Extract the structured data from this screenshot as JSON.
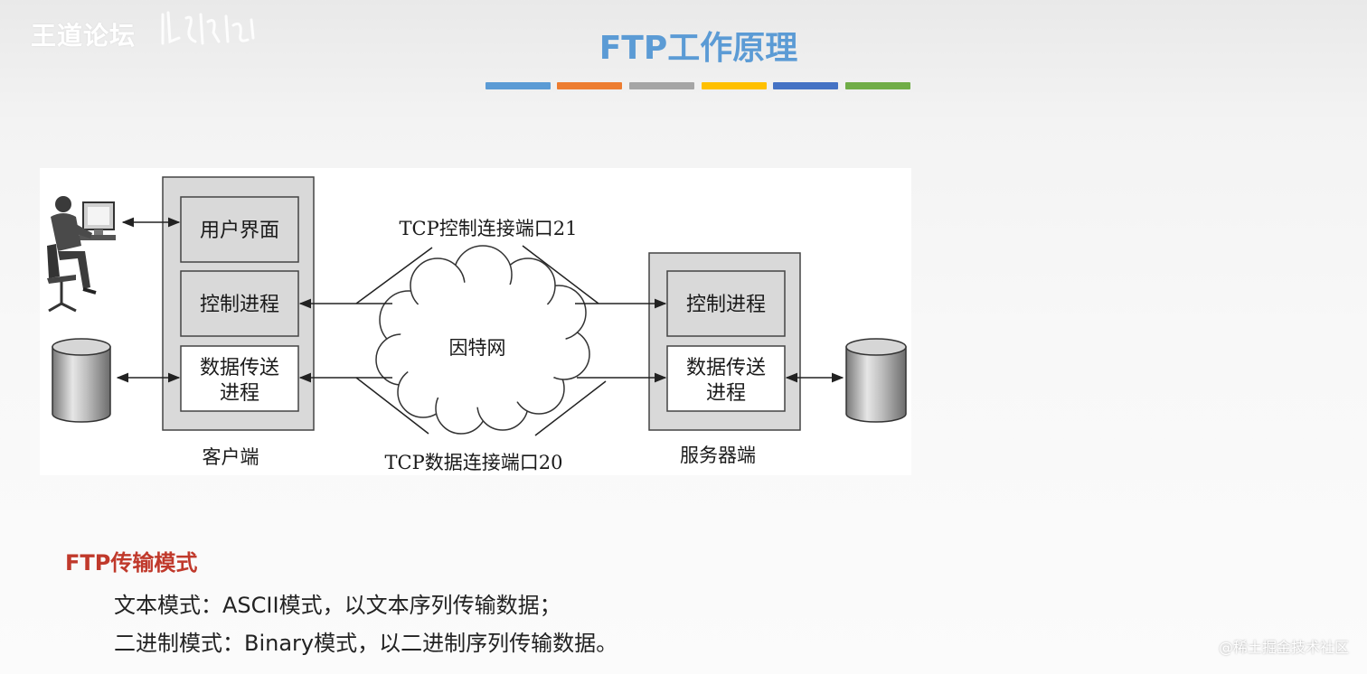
{
  "header": {
    "logo_text": "王道论坛",
    "title": "FTP工作原理",
    "title_color": "#5b9bd5",
    "color_bars": [
      "#5b9bd5",
      "#ed7d31",
      "#a5a5a5",
      "#ffc000",
      "#4472c4",
      "#70ad47"
    ]
  },
  "diagram": {
    "client": {
      "label": "客户端",
      "modules": {
        "ui": "用户界面",
        "control": "控制进程",
        "data_line1": "数据传送",
        "data_line2": "进程"
      }
    },
    "server": {
      "label": "服务器端",
      "modules": {
        "control": "控制进程",
        "data_line1": "数据传送",
        "data_line2": "进程"
      }
    },
    "network_label": "因特网",
    "control_connection_label": "TCP控制连接端口21",
    "data_connection_label": "TCP数据连接端口20",
    "icons": {
      "user": "user-at-computer-icon",
      "client_storage": "database-icon",
      "server_storage": "database-icon"
    }
  },
  "transfer_modes": {
    "heading": "FTP传输模式",
    "heading_color": "#c0392b",
    "items": [
      "文本模式：ASCII模式，以文本序列传输数据；",
      "二进制模式：Binary模式，以二进制序列传输数据。"
    ]
  },
  "watermark": "@稀土掘金技术社区"
}
